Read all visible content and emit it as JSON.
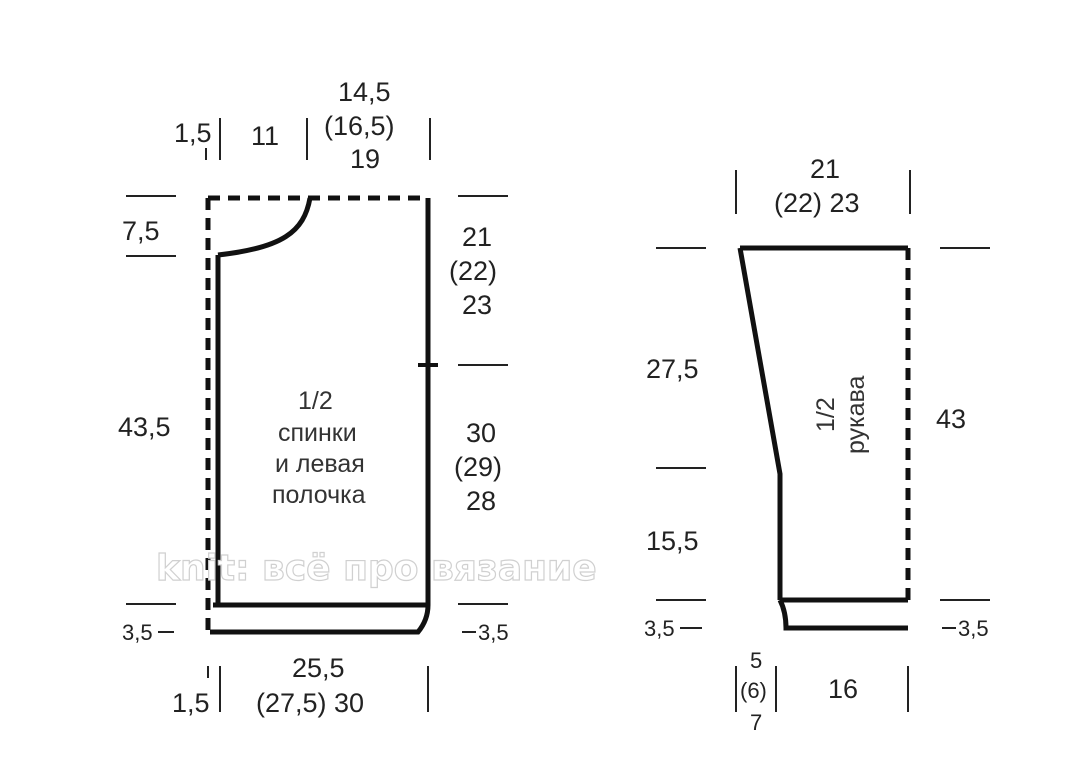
{
  "back": {
    "top_left_width": "1,5",
    "shoulder_width": "11",
    "neck_width": [
      "14,5",
      "(16,5)",
      "19"
    ],
    "neck_depth": "7,5",
    "armhole": [
      "21",
      "(22)",
      "23"
    ],
    "side_length": "43,5",
    "side_to_armhole": [
      "30",
      "(29)",
      "28"
    ],
    "piece_label": [
      "1/2",
      "спинки",
      "и левая",
      "полочка"
    ],
    "rib_left": "3,5",
    "rib_right": "3,5",
    "bottom_width": [
      "25,5",
      "(27,5)  30"
    ],
    "bottom_left": "1,5"
  },
  "sleeve": {
    "top_width": [
      "21",
      "(22)  23"
    ],
    "upper_length": "27,5",
    "lower_length": "15,5",
    "total_length": "43",
    "piece_label": [
      "1/2",
      "рукава"
    ],
    "rib_left": "3,5",
    "rib_right": "3,5",
    "cuff_left": [
      "5",
      "(6)",
      "7"
    ],
    "cuff_width": "16"
  },
  "watermark": "knit: всё про вязание"
}
